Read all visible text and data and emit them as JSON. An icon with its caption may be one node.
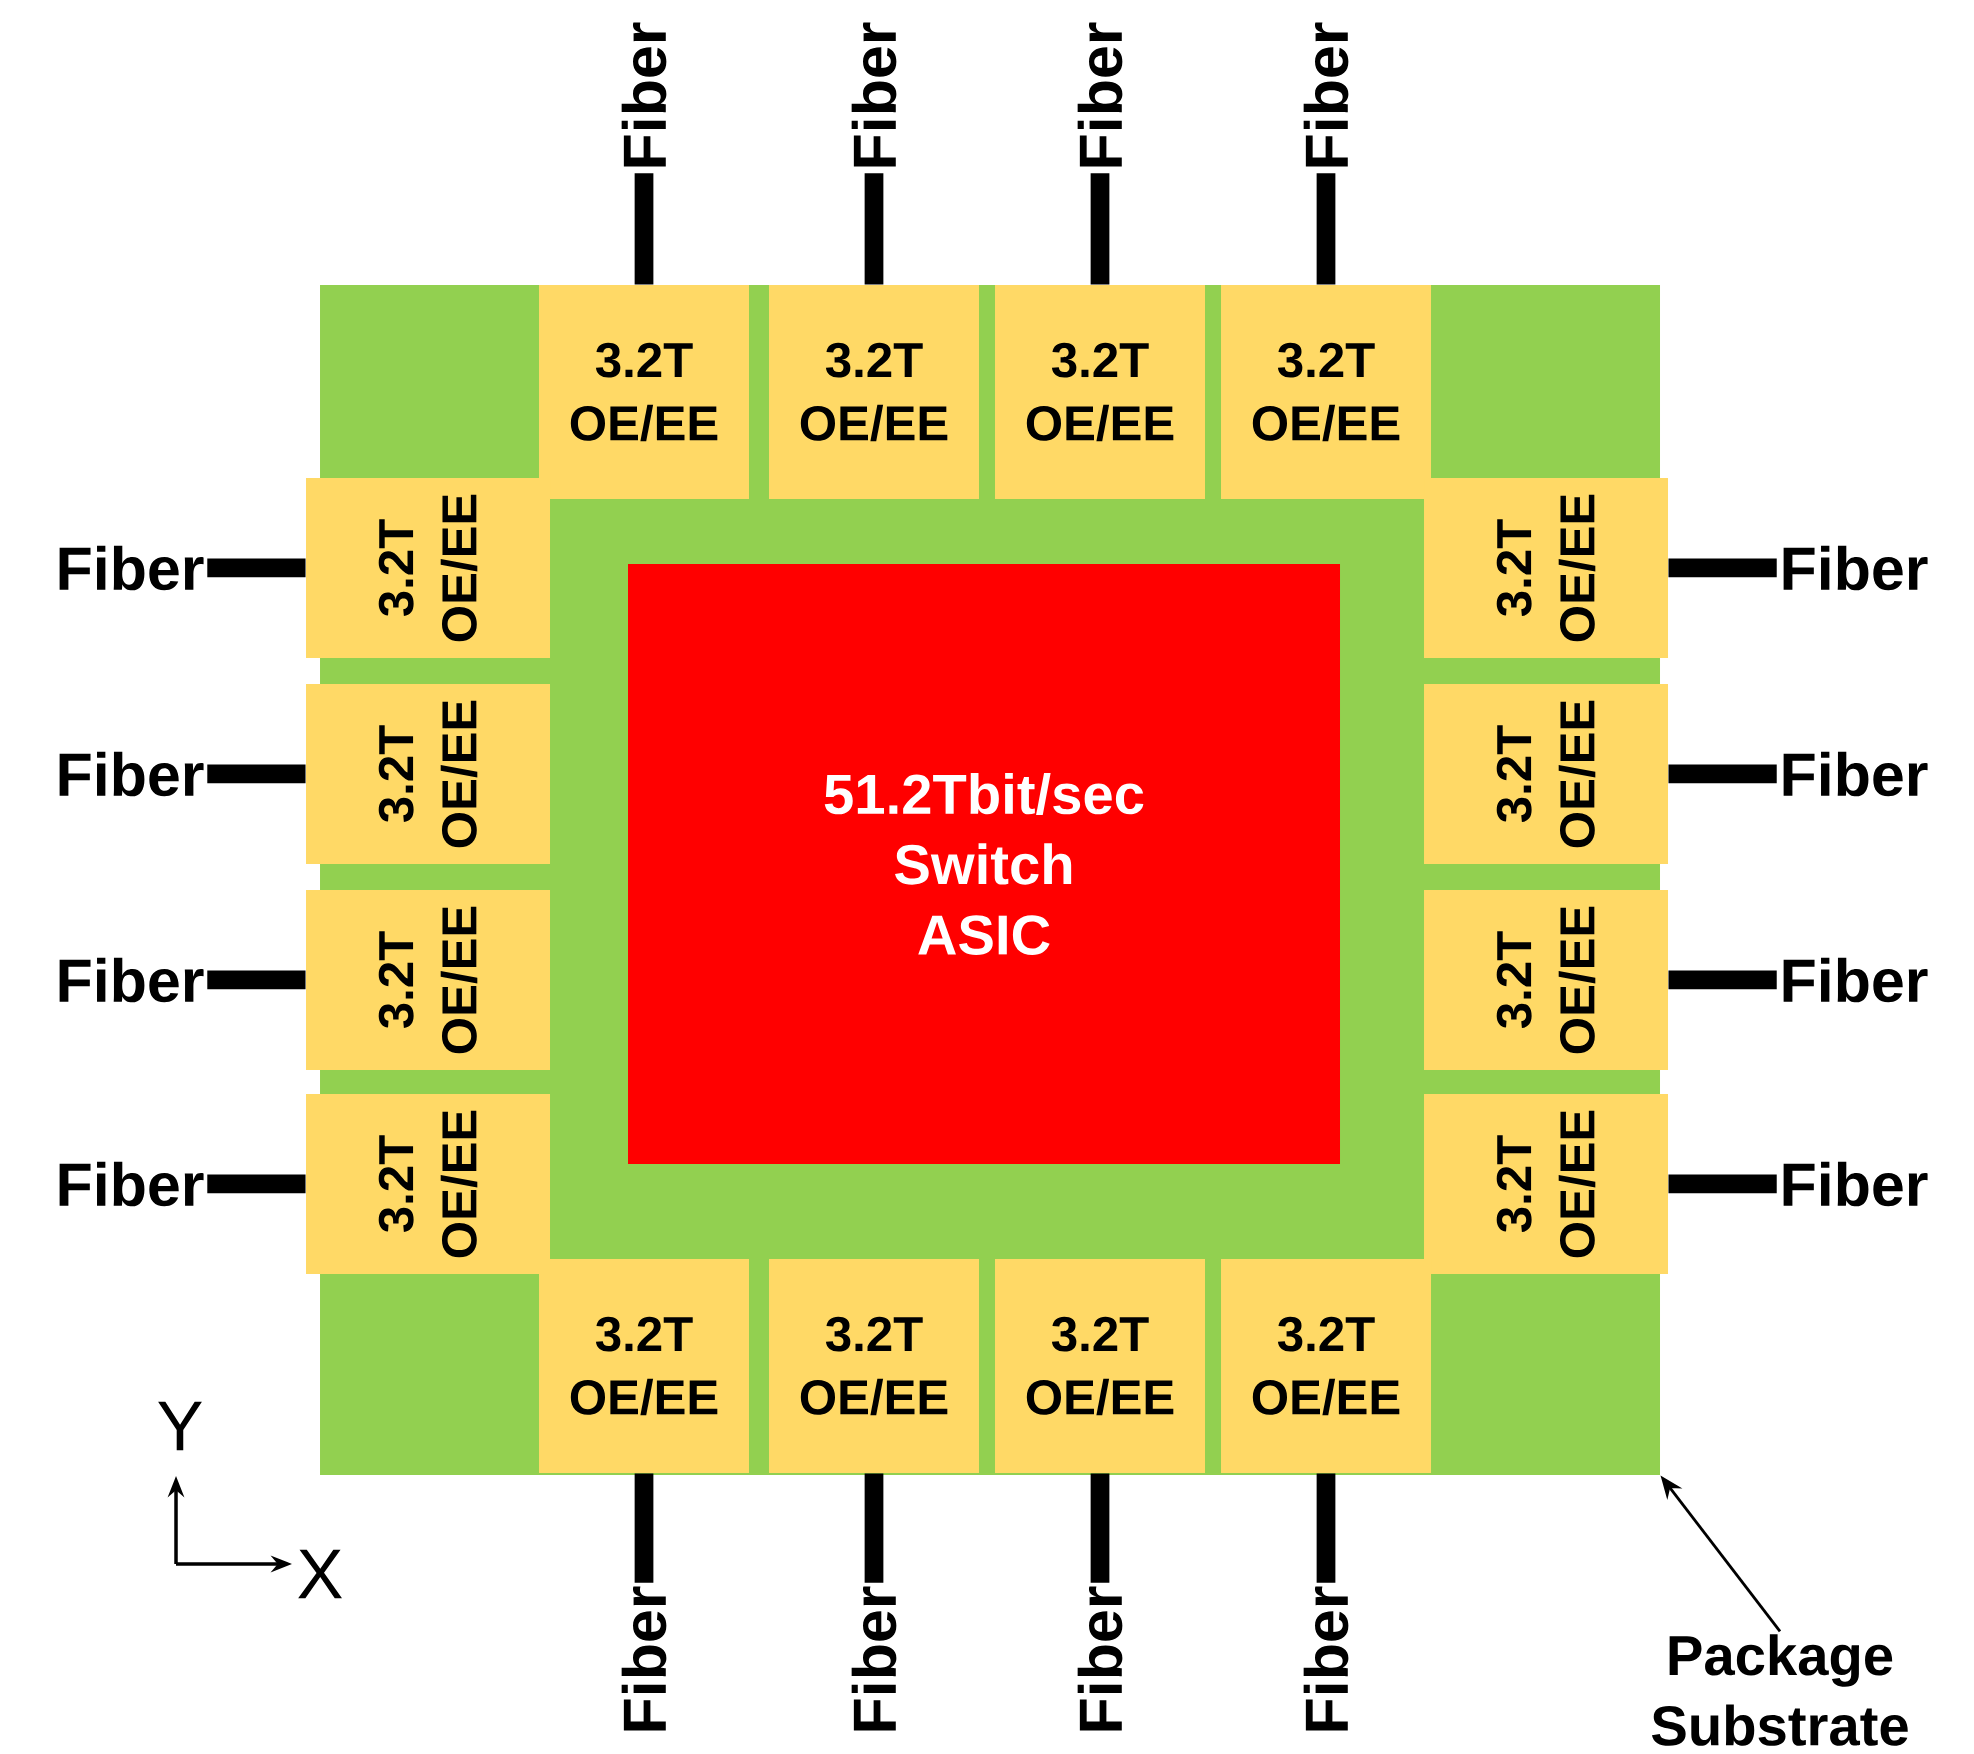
{
  "diagram": {
    "nodes": [
      {
        "text": [],
        "shape": "box"
      },
      {
        "text": [
          "51.2Tbit/sec Switch ASIC"
        ],
        "in": 0
      },
      {
        "text": [
          "3.2T OE/EE"
        ],
        "in": 0
      },
      {
        "text": [
          "3.2T OE/EE"
        ],
        "in": 0
      },
      {
        "text": [
          "3.2T OE/EE"
        ],
        "in": 0
      },
      {
        "text": [
          "3.2T OE/EE"
        ],
        "in": 0
      },
      {
        "text": [
          "3.2T OE/EE"
        ],
        "in": 0
      },
      {
        "text": [
          "3.2T OE/EE"
        ],
        "in": 0
      },
      {
        "text": [
          "3.2T OE/EE"
        ],
        "in": 0
      },
      {
        "text": [
          "3.2T OE/EE"
        ],
        "in": 0
      },
      {
        "text": [
          "3.2T OE/EE"
        ],
        "in": 0
      },
      {
        "text": [
          "3.2T OE/EE"
        ],
        "in": 0
      },
      {
        "text": [
          "3.2T OE/EE"
        ],
        "in": 0
      },
      {
        "text": [
          "3.2T OE/EE"
        ],
        "in": 0
      },
      {
        "text": [
          "3.2T OE/EE"
        ],
        "in": 0
      },
      {
        "text": [
          "3.2T OE/EE"
        ],
        "in": 0
      },
      {
        "text": [
          "3.2T OE/EE"
        ],
        "in": 0
      },
      {
        "text": [
          "3.2T OE/EE"
        ],
        "in": 0
      },
      {
        "text": [
          "Fiber"
        ]
      },
      {
        "text": [
          "Fiber"
        ]
      },
      {
        "text": [
          "Fiber"
        ]
      },
      {
        "text": [
          "Fiber"
        ]
      },
      {
        "text": [
          "Fiber"
        ]
      },
      {
        "text": [
          "Fiber"
        ]
      },
      {
        "text": [
          "Fiber"
        ]
      },
      {
        "text": [
          "Fiber"
        ]
      },
      {
        "text": [
          "Fiber"
        ]
      },
      {
        "text": [
          "Fiber"
        ]
      },
      {
        "text": [
          "Fiber"
        ]
      },
      {
        "text": [
          "Fiber"
        ]
      },
      {
        "text": [
          "Fiber"
        ]
      },
      {
        "text": [
          "Fiber"
        ]
      },
      {
        "text": [
          "Fiber"
        ]
      },
      {
        "text": [
          "Fiber"
        ]
      },
      {
        "text": [
          "Package Substrate"
        ]
      }
    ],
    "edges": [
      {
        "from": 2,
        "to": 18,
        "arrow": "none"
      },
      {
        "from": 3,
        "to": 19,
        "arrow": "none"
      },
      {
        "from": 4,
        "to": 20,
        "arrow": "none"
      },
      {
        "from": 5,
        "to": 21,
        "arrow": "none"
      },
      {
        "from": 6,
        "to": 22,
        "arrow": "none"
      },
      {
        "from": 7,
        "to": 23,
        "arrow": "none"
      },
      {
        "from": 8,
        "to": 24,
        "arrow": "none"
      },
      {
        "from": 9,
        "to": 25,
        "arrow": "none"
      },
      {
        "from": 10,
        "to": 26,
        "arrow": "none"
      },
      {
        "from": 11,
        "to": 27,
        "arrow": "none"
      },
      {
        "from": 12,
        "to": 28,
        "arrow": "none"
      },
      {
        "from": 13,
        "to": 29,
        "arrow": "none"
      },
      {
        "from": 14,
        "to": 30,
        "arrow": "none"
      },
      {
        "from": 15,
        "to": 31,
        "arrow": "none"
      },
      {
        "from": 16,
        "to": 32,
        "arrow": "none"
      },
      {
        "from": 17,
        "to": 33,
        "arrow": "none"
      },
      {
        "from": 34,
        "to": 0,
        "arrow": "to"
      }
    ],
    "labels": [
      "Y",
      "X"
    ]
  }
}
